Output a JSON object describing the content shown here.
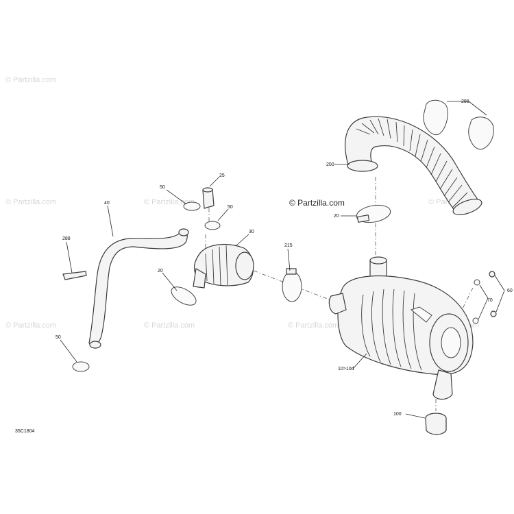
{
  "watermark": "© Partzilla.com",
  "diagram_code": "35C1804",
  "callouts": {
    "c288_top": "288",
    "c200": "200",
    "c20_right": "20",
    "c25": "25",
    "c50_top": "50",
    "c50_mid": "50",
    "c40": "40",
    "c288_left": "288",
    "c30": "30",
    "c215": "215",
    "c20_left": "20",
    "c50_bottom": "50",
    "c70": "70",
    "c60": "60",
    "c10": "10>10d",
    "c100": "100"
  }
}
